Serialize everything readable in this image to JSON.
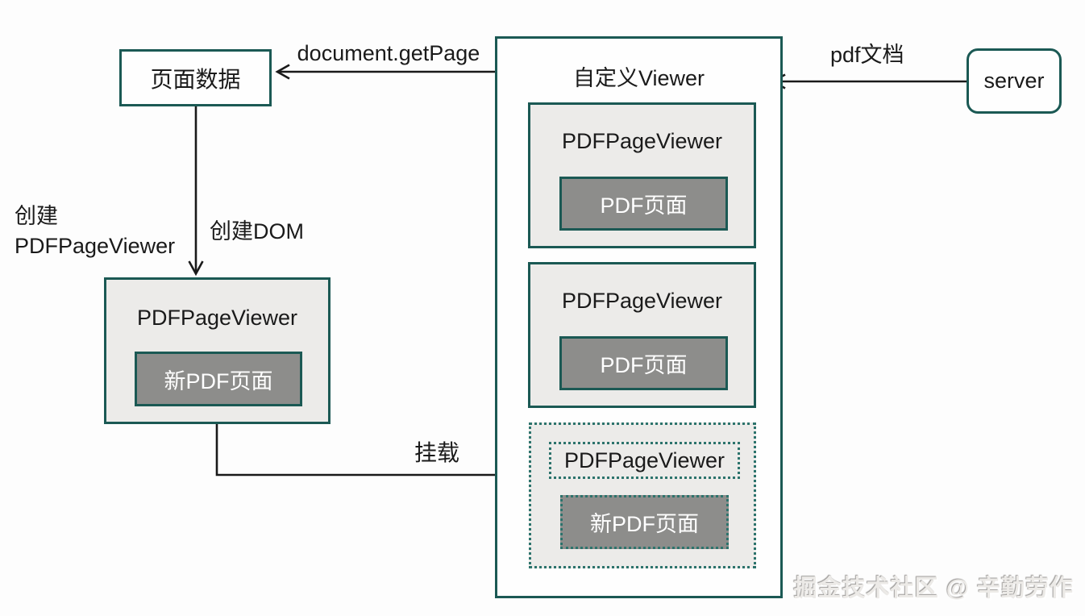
{
  "colors": {
    "border_teal": "#1b5954",
    "dotted_teal": "#2c736c",
    "inner_gray_bg": "#8d8d8b",
    "box_light_bg": "#ecebe9",
    "arrow_black": "#1a1a1a",
    "inner_text_white": "#ffffff"
  },
  "left_column": {
    "page_data_box": "页面数据",
    "create_label": "创建\nPDFPageViewer",
    "create_dom_label": "创建DOM",
    "pdf_page_viewer": {
      "title": "PDFPageViewer",
      "inner_label": "新PDF页面"
    },
    "mount_label": "挂载"
  },
  "arrows": {
    "document_getpage_label": "document.getPage",
    "pdf_doc_label": "pdf文档"
  },
  "viewer": {
    "title": "自定义Viewer",
    "boxes": [
      {
        "title": "PDFPageViewer",
        "inner_label": "PDF页面",
        "style": "solid"
      },
      {
        "title": "PDFPageViewer",
        "inner_label": "PDF页面",
        "style": "solid"
      },
      {
        "title": "PDFPageViewer",
        "inner_label": "新PDF页面",
        "style": "dashed"
      }
    ]
  },
  "server_box": {
    "label": "server"
  },
  "watermark": "掘金技术社区 @ 辛勤劳作"
}
